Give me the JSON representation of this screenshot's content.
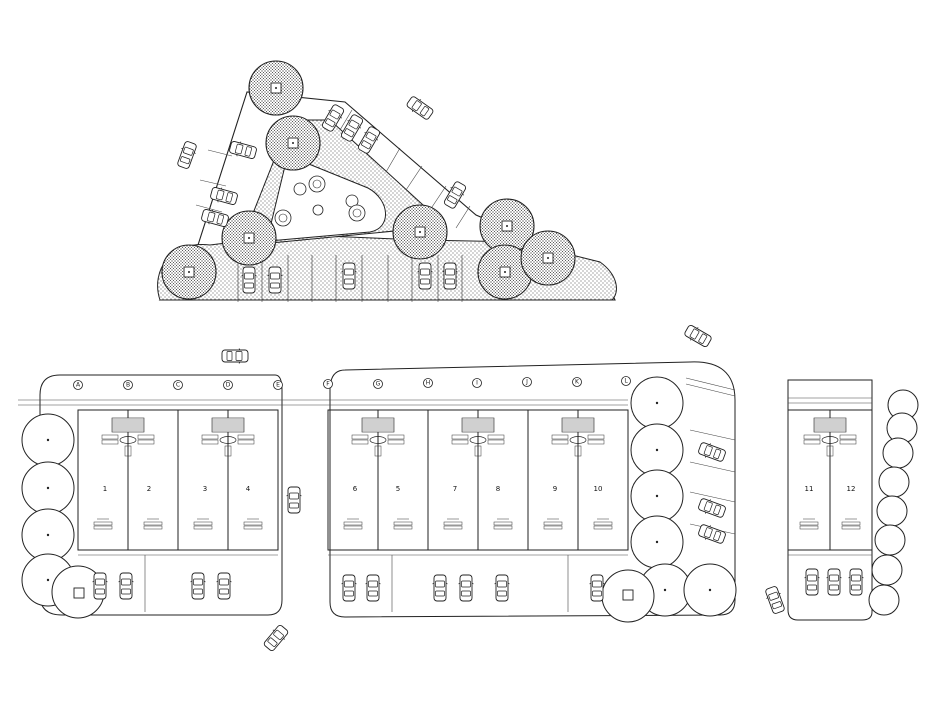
{
  "grid_labels_left": [
    "A",
    "B",
    "C",
    "D",
    "E"
  ],
  "grid_labels_mid": [
    "F",
    "G",
    "H",
    "I",
    "J",
    "K",
    "L"
  ],
  "units_left": [
    "1",
    "2",
    "3",
    "4"
  ],
  "units_mid": [
    "6",
    "5",
    "7",
    "8",
    "9",
    "10"
  ],
  "units_right": [
    "11",
    "12"
  ],
  "colors": {
    "line": "#222222",
    "background": "#ffffff",
    "stipple": "#333333"
  }
}
